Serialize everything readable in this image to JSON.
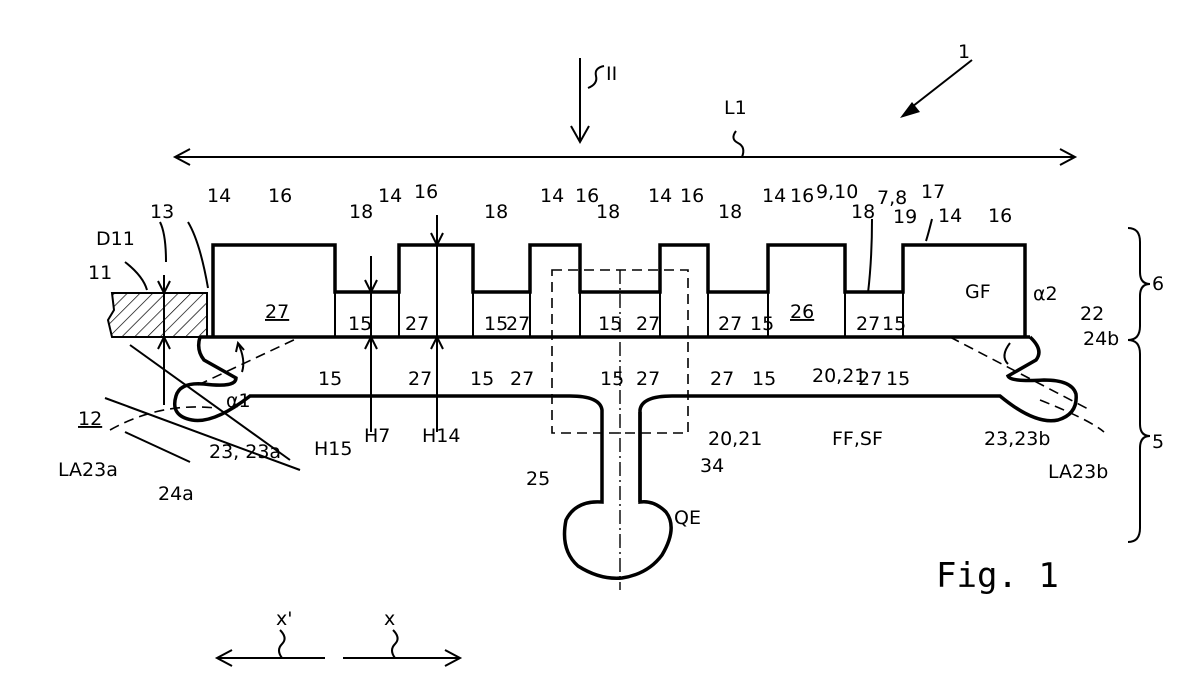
{
  "figure": {
    "title": "Fig. 1"
  },
  "labels": {
    "ref_1": "1",
    "section_II": "II",
    "length_L1": "L1",
    "d11": "D11",
    "n11": "11",
    "n12": "12",
    "n13": "13",
    "n14": "14",
    "n15": "15",
    "n16": "16",
    "n17": "17",
    "n18": "18",
    "n19": "19",
    "n20_21": "20,21",
    "n22": "22",
    "n23": "23, 23a",
    "n23b": "23,23b",
    "n24a": "24a",
    "n24b": "24b",
    "n25": "25",
    "n26": "26",
    "n27": "27",
    "n34": "34",
    "n9_10": "9,10",
    "n7_8": "7,8",
    "gf": "GF",
    "ff_sf": "FF,SF",
    "qe": "QE",
    "alpha1": "α1",
    "alpha2": "α2",
    "h15": "H15",
    "h7": "H7",
    "h14": "H14",
    "la23a": "LA23a",
    "la23b": "LA23b",
    "brace_6": "6",
    "brace_5": "5",
    "dir_xprime": "x'",
    "dir_x": "x"
  }
}
